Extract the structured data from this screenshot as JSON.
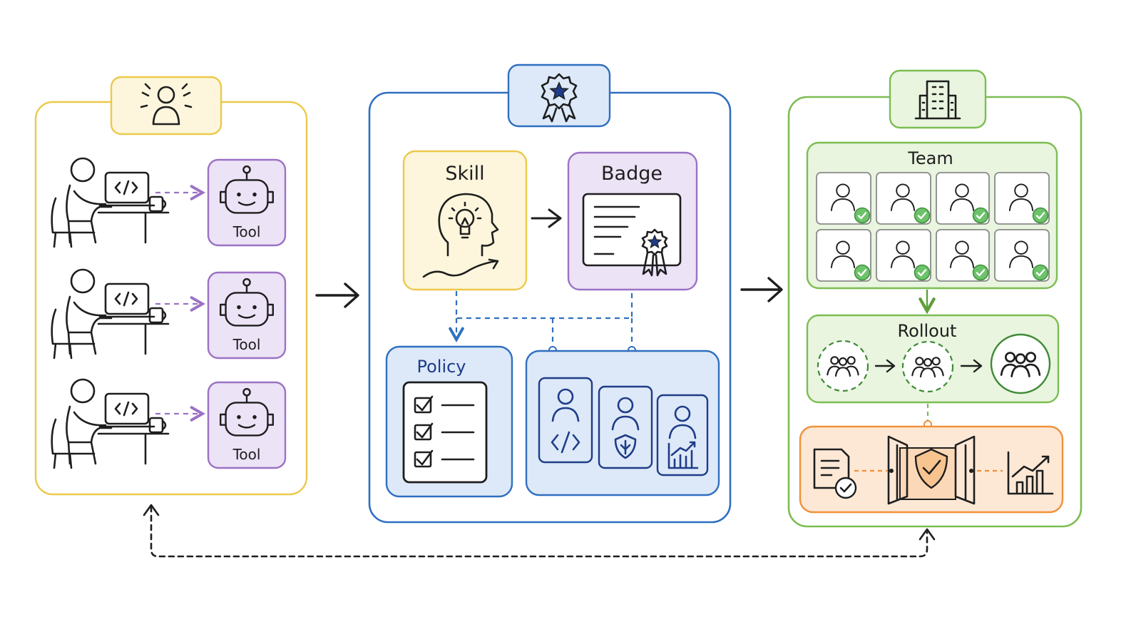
{
  "colors": {
    "yellow_stroke": "#ecc94b",
    "yellow_fill": "#fdf6dc",
    "purple_stroke": "#9b72c4",
    "purple_fill": "#ece3f6",
    "blue_stroke": "#2f6fc0",
    "blue_fill": "#dde9f8",
    "green_stroke": "#7cbd52",
    "green_fill": "#e9f5df",
    "orange_stroke": "#f0913a",
    "orange_fill": "#fde8d6",
    "ink": "#1e1e1e",
    "check_green": "#5cb85c",
    "arrow_purple": "#9b72c4",
    "connector_blue": "#2f6fc0"
  },
  "left_panel": {
    "header_icon": "person-broadcast-icon",
    "rows": [
      {
        "person_icon": "person-at-laptop-icon",
        "tool_icon": "robot-icon",
        "tool_label": "Tool"
      },
      {
        "person_icon": "person-at-laptop-icon",
        "tool_icon": "robot-icon",
        "tool_label": "Tool"
      },
      {
        "person_icon": "person-at-laptop-icon",
        "tool_icon": "robot-icon",
        "tool_label": "Tool"
      }
    ]
  },
  "middle_panel": {
    "header_icon": "award-ribbon-icon",
    "skill": {
      "label": "Skill",
      "icon": "head-lightbulb-icon"
    },
    "badge": {
      "label": "Badge",
      "icon": "certificate-icon"
    },
    "policy": {
      "label": "Policy",
      "icon": "checklist-icon"
    },
    "roles": [
      {
        "icon": "developer-person-icon"
      },
      {
        "icon": "security-person-icon"
      },
      {
        "icon": "analyst-person-icon"
      }
    ]
  },
  "right_panel": {
    "header_icon": "office-building-icon",
    "team": {
      "label": "Team",
      "member_icon": "verified-person-icon",
      "member_count": 8
    },
    "rollout": {
      "label": "Rollout",
      "stages": [
        "small-group-icon",
        "group-icon",
        "full-group-icon"
      ]
    },
    "gate": {
      "icons": [
        "approved-document-icon",
        "shield-gate-icon",
        "growth-chart-icon"
      ]
    }
  },
  "feedback_loop_icon": "dashed-feedback-arrow"
}
